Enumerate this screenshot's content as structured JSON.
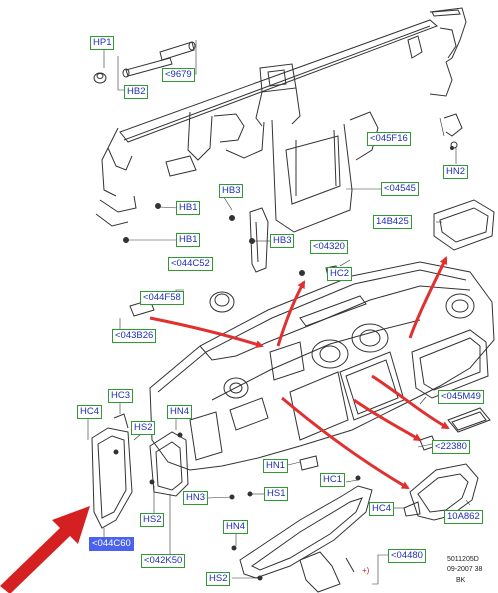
{
  "diagram": {
    "labels": {
      "hp1": "HP1",
      "hb2": "HB2",
      "l9679": "<9679",
      "l045f16": "<045F16",
      "hn2": "HN2",
      "hb3a": "HB3",
      "l04545": "<04545",
      "hb1a": "HB1",
      "hb1b": "HB1",
      "l14b425": "14B425",
      "hb3b": "HB3",
      "l04320": "<04320",
      "l044c52": "<044C52",
      "hc2": "HC2",
      "l044f58": "<044F58",
      "l043b26": "<043B26",
      "l045m49": "<045M49",
      "hc3": "HC3",
      "hc4a": "HC4",
      "hn4a": "HN4",
      "hs2a": "HS2",
      "l22380": "<22380",
      "hn1": "HN1",
      "hc1": "HC1",
      "hn3": "HN3",
      "hs1": "HS1",
      "hc4b": "HC4",
      "hs2b": "HS2",
      "l10a862": "10A862",
      "l044c60": "<044C60",
      "l042k50": "<042K50",
      "hn4b": "HN4",
      "l04480": "<04480",
      "hs2c": "HS2"
    },
    "plus_marker": "+)",
    "footer": {
      "code": "5011205D",
      "date": "09-2007 38",
      "initials": "BK"
    },
    "colors": {
      "label_text": "#1f2fb8",
      "label_border": "#2f9a2f",
      "highlight": "#4b62ee",
      "arrow": "#e03030",
      "big_arrow": "#d42020",
      "line_art": "#333333"
    }
  }
}
